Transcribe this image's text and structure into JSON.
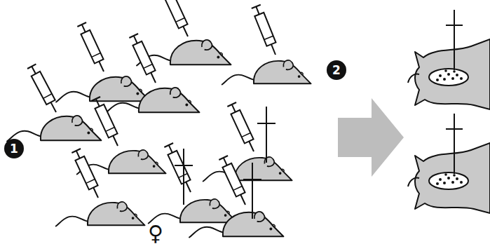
{
  "diagram": {
    "labels": [
      "1",
      "2",
      "♀"
    ]
  }
}
